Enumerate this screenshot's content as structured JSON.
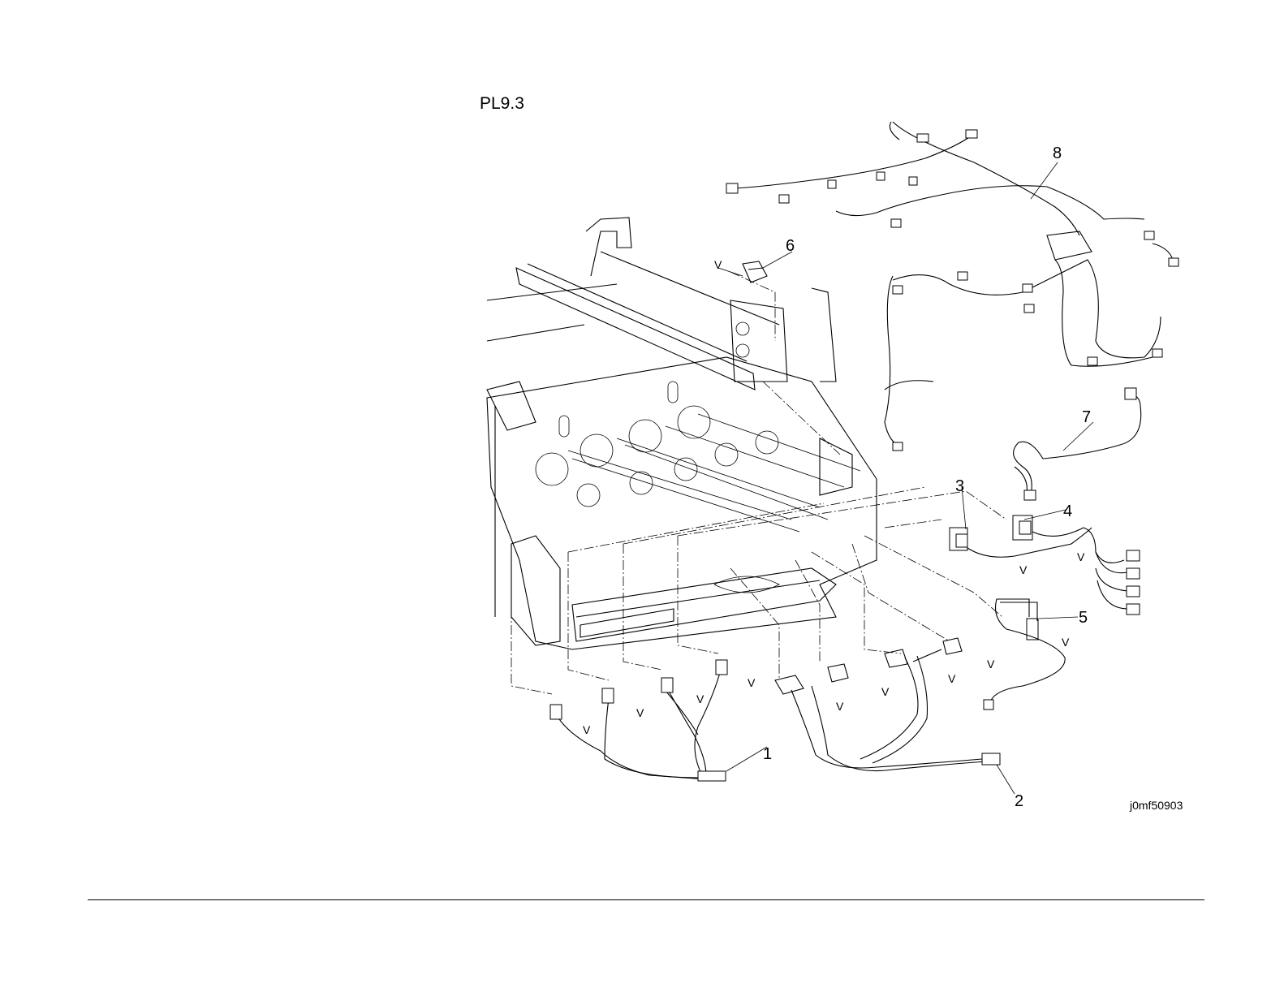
{
  "plate": {
    "title": "PL9.3",
    "figure_id": "j0mf50903"
  },
  "callouts": [
    {
      "number": "1"
    },
    {
      "number": "2"
    },
    {
      "number": "3"
    },
    {
      "number": "4"
    },
    {
      "number": "5"
    },
    {
      "number": "6"
    },
    {
      "number": "7"
    },
    {
      "number": "8"
    }
  ],
  "mount_marker": "V"
}
